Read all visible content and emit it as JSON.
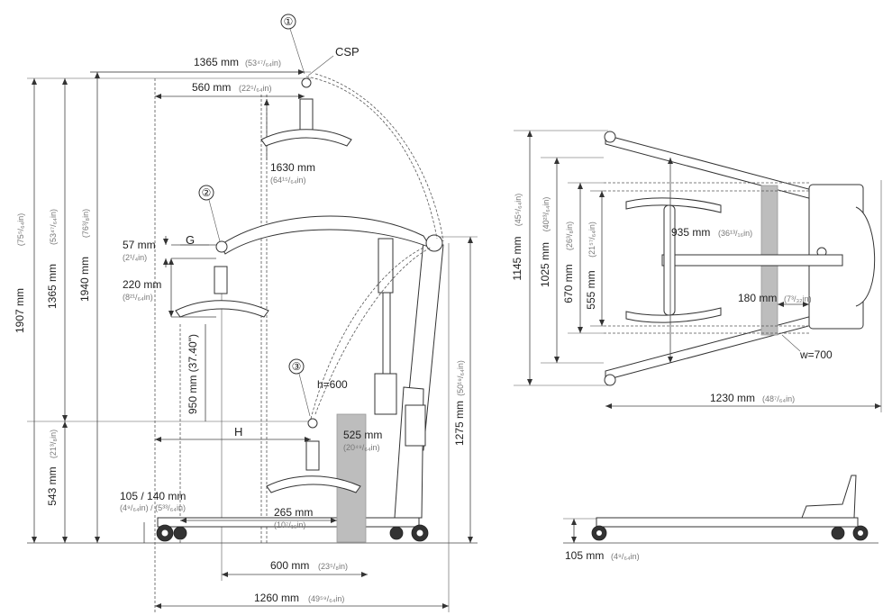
{
  "side_view": {
    "callouts": {
      "c1": "①",
      "c2": "②",
      "c3": "③",
      "csp": "CSP"
    },
    "top_reach": {
      "value": "1365 mm",
      "inch": "(53⁴⁷/₆₄in)"
    },
    "spreader_reach": {
      "value": "560 mm",
      "inch": "(22⁵/₆₄in)"
    },
    "lift_range": {
      "value": "1630 mm",
      "inch": "(64¹⁵/₆₄in)"
    },
    "g_label": "G",
    "g_dim": {
      "value": "57 mm",
      "inch": "(2¹/₄in)"
    },
    "spreader_drop": {
      "value": "220 mm",
      "inch": "(8²¹/₆₄in)"
    },
    "vertical_950": "950 mm (37.40\")",
    "h_label": "H",
    "h600": "h=600",
    "dim_525": {
      "value": "525 mm",
      "inch": "(20⁴⁹/₆₄in)"
    },
    "height_1907": {
      "value": "1907 mm",
      "inch": "(75⁵/₆₄in)"
    },
    "height_1365": {
      "value": "1365 mm",
      "inch": "(53⁴⁷/₆₄in)"
    },
    "height_1940": {
      "value": "1940 mm",
      "inch": "(76³/₈in)"
    },
    "height_543": {
      "value": "543 mm",
      "inch": "(21³/₈in)"
    },
    "height_1275": {
      "value": "1275 mm",
      "inch": "(50¹⁹/₆₄in)"
    },
    "dim_105_140": {
      "value": "105 / 140 mm",
      "inch": "(4⁹/₆₄in) / (5³³/₆₄in)"
    },
    "dim_265": {
      "value": "265 mm",
      "inch": "(10⁷/₁₆in)"
    },
    "dim_600": {
      "value": "600 mm",
      "inch": "(23⁵/₈in)"
    },
    "dim_1260": {
      "value": "1260 mm",
      "inch": "(49⁵⁹/₆₄in)"
    }
  },
  "top_view": {
    "width_1145": {
      "value": "1145 mm",
      "inch": "(45⁵/₆₄in)"
    },
    "width_1025": {
      "value": "1025 mm",
      "inch": "(40²³/₆₄in)"
    },
    "width_670": {
      "value": "670 mm",
      "inch": "(26³/₈in)"
    },
    "width_555": {
      "value": "555 mm",
      "inch": "(21⁵⁷/₆₄in)"
    },
    "dim_935": {
      "value": "935 mm",
      "inch": "(36¹³/₁₆in)"
    },
    "dim_180": {
      "value": "180 mm",
      "inch": "(7³/₃₂in)"
    },
    "w700": "w=700",
    "dim_1230": {
      "value": "1230 mm",
      "inch": "(48⁷/₆₄in)"
    }
  },
  "bottom_view": {
    "dim_105": {
      "value": "105 mm",
      "inch": "(4⁹/₆₄in)"
    }
  }
}
